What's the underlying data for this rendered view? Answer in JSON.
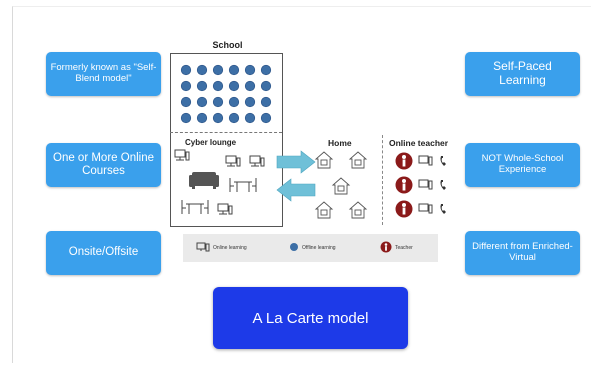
{
  "left_boxes": [
    {
      "text": "Formerly known as \"Self-Blend model\""
    },
    {
      "text": "One or More Online Courses"
    },
    {
      "text": "Onsite/Offsite"
    }
  ],
  "right_boxes": [
    {
      "text": "Self-Paced Learning"
    },
    {
      "text": "NOT Whole-School Experience"
    },
    {
      "text": "Different from Enriched-Virtual"
    }
  ],
  "diagram": {
    "school_label": "School",
    "cyber_lounge_label": "Cyber lounge",
    "home_label": "Home",
    "online_teacher_label": "Online teacher"
  },
  "legend": {
    "online_learning": "Online learning",
    "offline_learning": "Offline learning",
    "teacher": "Teacher"
  },
  "model_title": "A La Carte model",
  "colors": {
    "side_box": "#3aa0ec",
    "model_box": "#1d3ae8",
    "student_dot": "#3d6fa6",
    "teacher": "#8b1a1a",
    "arrow": "#6fc0d8"
  }
}
